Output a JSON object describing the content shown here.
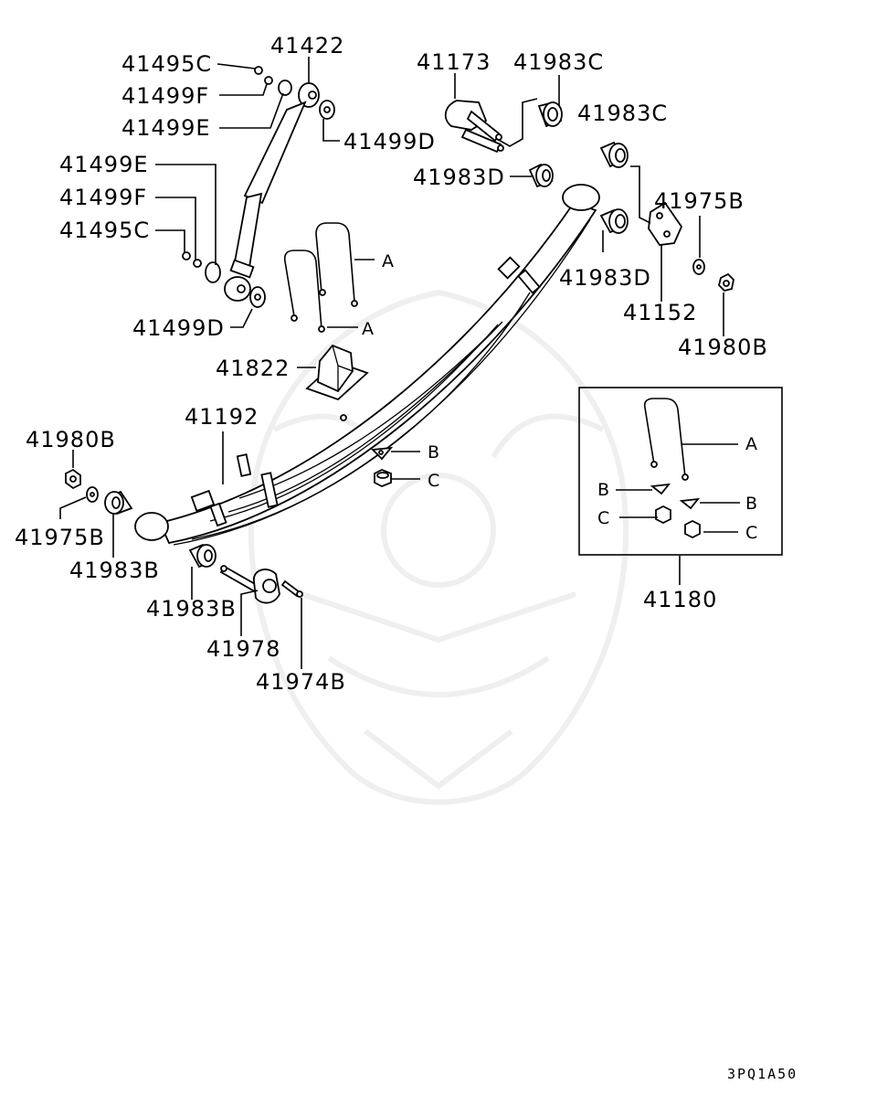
{
  "diagram_code": "3PQ1A50",
  "labels": {
    "p41495C_top": "41495C",
    "p41422": "41422",
    "p41499F_top": "41499F",
    "p41499E_top": "41499E",
    "p41499D_top": "41499D",
    "p41499E_mid": "41499E",
    "p41499F_mid": "41499F",
    "p41495C_mid": "41495C",
    "p41499D_low": "41499D",
    "p41173": "41173",
    "p41983C_a": "41983C",
    "p41983C_b": "41983C",
    "p41983D_a": "41983D",
    "p41983D_b": "41983D",
    "p41975B_r": "41975B",
    "p41152": "41152",
    "p41980B_r": "41980B",
    "p41822": "41822",
    "p41192": "41192",
    "p41980B_l": "41980B",
    "p41975B_l": "41975B",
    "p41983B_a": "41983B",
    "p41983B_b": "41983B",
    "p41978": "41978",
    "p41974B": "41974B",
    "p41180": "41180"
  },
  "letters": {
    "A1": "A",
    "A2": "A",
    "B1": "B",
    "C1": "C",
    "A3": "A",
    "B2": "B",
    "B3": "B",
    "C2": "C",
    "C3": "C"
  }
}
